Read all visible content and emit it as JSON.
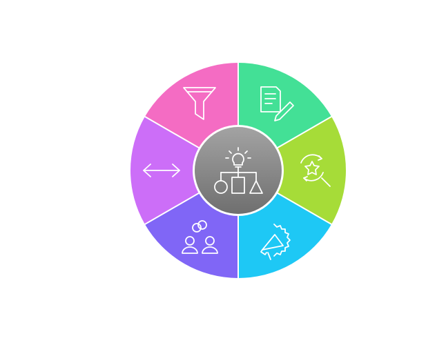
{
  "diagram": {
    "type": "segmented-wheel",
    "center": {
      "icon": "strategy-idea-icon",
      "color_top": "#a3a3a3",
      "color_bottom": "#6f6f6f"
    },
    "segments": [
      {
        "id": "top-right",
        "color": "#43e096",
        "icon": "document-pencil-icon"
      },
      {
        "id": "right",
        "color": "#a6dc38",
        "icon": "star-search-icon"
      },
      {
        "id": "bottom-right",
        "color": "#1ec8f5",
        "icon": "megaphone-badge-icon"
      },
      {
        "id": "bottom-left",
        "color": "#8066f6",
        "icon": "team-collaboration-icon"
      },
      {
        "id": "left",
        "color": "#cc6ef8",
        "icon": "double-arrow-icon"
      },
      {
        "id": "top-left",
        "color": "#f46cc3",
        "icon": "funnel-icon"
      }
    ],
    "separator_color": "#ffffff"
  }
}
